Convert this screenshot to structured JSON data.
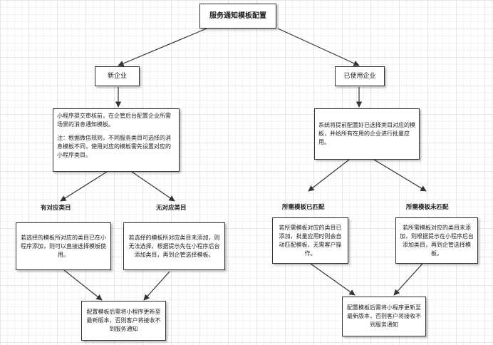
{
  "title": "服务通知模板配置",
  "branches": {
    "new": "新企业",
    "used": "已使用企业"
  },
  "new_desc": {
    "line1": "小程序提交审核前，在企管后台配置企业所需场景的消息通知模板。",
    "line2": "注：根据微信规则，不同服务类目可选择的消息模板不同，使用对应的模板需先设置对应的小程序类目。"
  },
  "used_desc": "系统将提前配置好已选择类目对应的模板，并给所有在用的企业进行批量应用。",
  "labels": {
    "has_category": "有对应类目",
    "no_category": "无对应类目",
    "matched": "所需模板已匹配",
    "unmatched": "所需模板未匹配"
  },
  "boxes": {
    "has_category": "若选择的模板所对应的类目已在小程序添加，则可以直接选择模板使用。",
    "no_category": "若选择的模板所对应类目未添加，则无法选择，根据提示先在小程序后台添加类目，再到企管选择模板。",
    "matched": "若所需模板对应的类目已添加，批量应用时则会自动匹配模板，无需客户操作。",
    "unmatched": "若所需模板对应的类目未添加，则根据提示在小程序后台添加类目，再到企管选择模板。"
  },
  "footer_left": "配置模板后需将小程序更新至最新版本，否则客户将接收不到服务通知",
  "footer_right": "配置模板后需将小程序更新至最新版本，否则客户将接收不到服务通知"
}
